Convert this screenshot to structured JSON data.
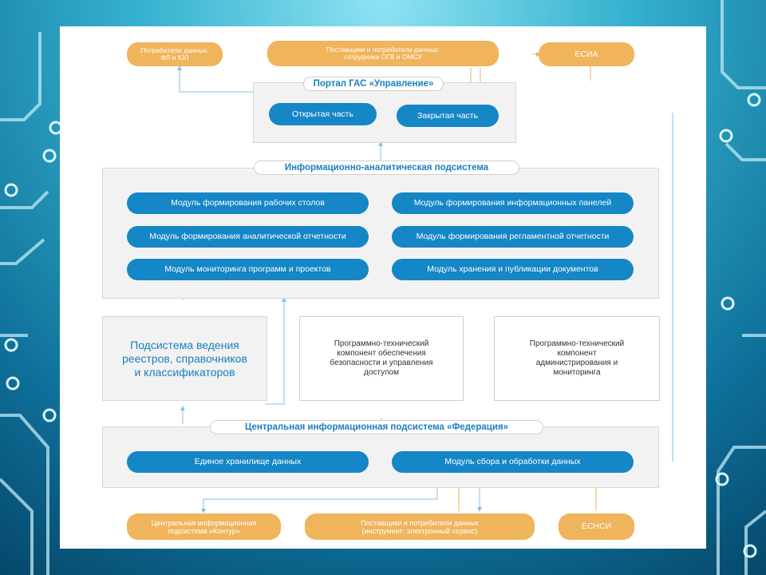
{
  "outer": {
    "consumers": "Потребители данных:\nФЛ и ЮЛ",
    "suppliers_top": "Поставщики и потребители данных:\nсотрудники ОГВ и ОМСУ",
    "esia": "ЕСИА",
    "kontur": "Центральная информационная\nподсистема «Контур»",
    "suppliers_bottom": "Поставщики и потребители данных\n(инструмент: электронный сервис)",
    "esnsi": "ЕСНСИ"
  },
  "portal": {
    "title": "Портал ГАС «Управление»",
    "open_part": "Открытая часть",
    "closed_part": "Закрытая часть"
  },
  "analytics": {
    "title": "Информационно-аналитическая подсистема",
    "modules": [
      "Модуль формирования рабочих столов",
      "Модуль формирования информационных панелей",
      "Модуль формирования аналитической отчетности",
      "Модуль формирования регламентной отчетности",
      "Модуль мониторинга программ и проектов",
      "Модуль хранения и публикации документов"
    ]
  },
  "middle": {
    "registers": "Подсистема ведения\nреестров, справочников\nи классификаторов",
    "security": "Программно-технический\nкомпонент обеспечения\nбезопасности и управления\nдоступом",
    "admin": "Программно-технический\nкомпонент\nадминистрирования и\nмониторинга"
  },
  "federation": {
    "title": "Центральная информационная подсистема «Федерация»",
    "storage": "Единое хранилище данных",
    "collect": "Модуль сбора и обработки данных"
  },
  "colors": {
    "blue": "#1586c6",
    "orange": "#f0b45c",
    "title_blue": "#1a7fc0",
    "line_blue": "#7cc3e6",
    "line_orange": "#f0b45c"
  }
}
